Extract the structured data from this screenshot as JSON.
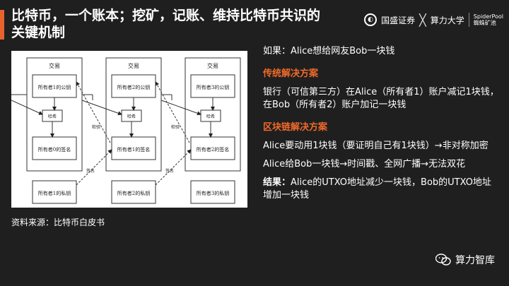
{
  "slide": {
    "title": "比特币，一个账本；挖矿，记账、维持比特币共识的关键机制",
    "caption": "资料来源：比特币白皮书",
    "accent_color": "#e8622c",
    "heading_color": "#f06a2a"
  },
  "logos": {
    "guosheng": "国盛证券",
    "x": "╳",
    "suanli": "算力大学",
    "spiderpool_en": "SpiderPool",
    "spiderpool_cn": "蜘蛛矿池"
  },
  "diagram": {
    "transaction_label": "交易",
    "owner1_pubkey": "所有者1的公钥",
    "owner2_pubkey": "所有者2的公钥",
    "owner3_pubkey": "所有者3的公钥",
    "hash_label": "哈希",
    "owner0_sig": "所有者0的签名",
    "owner1_sig": "所有者1的签名",
    "owner2_sig": "所有者2的签名",
    "owner1_privkey": "所有者1的私钥",
    "owner2_privkey": "所有者2的私钥",
    "owner3_privkey": "所有者3的私钥",
    "verify": "检验",
    "sign": "签名"
  },
  "content": {
    "intro": "如果：Alice想给网友Bob一块钱",
    "traditional_heading": "传统解决方案",
    "traditional_line1": "银行（可信第三方）在Alice（所有者1）账户减记1块钱，",
    "traditional_line2": "在Bob（所有者2）账户加记一块钱",
    "blockchain_heading": "区块链解决方案",
    "blockchain_line1": "Alice要动用1块钱（要证明自己有1块钱）→非对称加密",
    "blockchain_line2": "Alice给Bob一块钱→时间戳、全网广播→无法双花",
    "result_label": "结果：",
    "result_line1": "Alice的UTXO地址减少一块钱，Bob的UTXO地址",
    "result_line2": "增加一块钱"
  },
  "footer": {
    "wechat_name": "算力智库"
  }
}
